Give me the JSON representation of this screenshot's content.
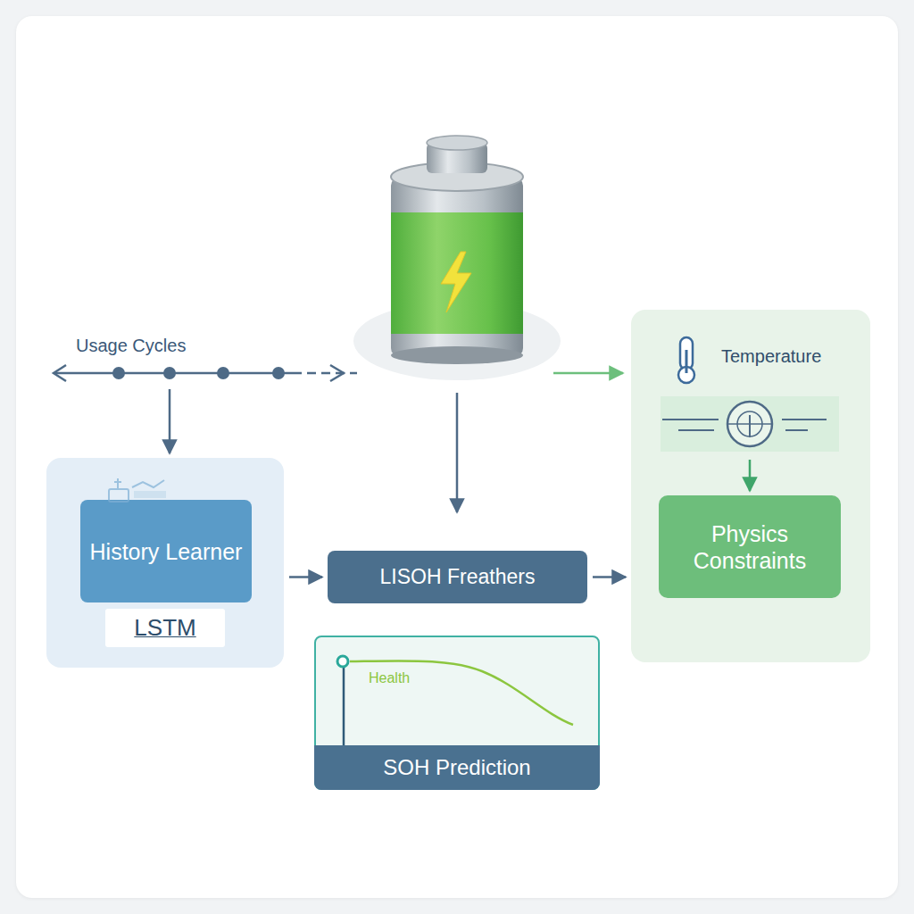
{
  "diagram": {
    "nodes": [
      {
        "text": []
      },
      {
        "text": [
          "History Learner"
        ],
        "in": 0
      },
      {
        "text": [
          "LSTM"
        ],
        "in": 0
      },
      {
        "text": [
          "LISOH Freathers"
        ]
      },
      {
        "text": [
          "Temperature"
        ]
      },
      {
        "text": [
          "Physics Constraints"
        ],
        "in": 4
      },
      {
        "text": [
          "Health"
        ]
      },
      {
        "text": [
          "SOH Prediction"
        ],
        "in": 6
      }
    ],
    "edges": [
      {
        "from": 0,
        "to": 3,
        "arrow": "to"
      },
      {
        "from": 3,
        "to": 4,
        "arrow": "to"
      }
    ],
    "labels": [
      "Usage Cycles"
    ]
  }
}
